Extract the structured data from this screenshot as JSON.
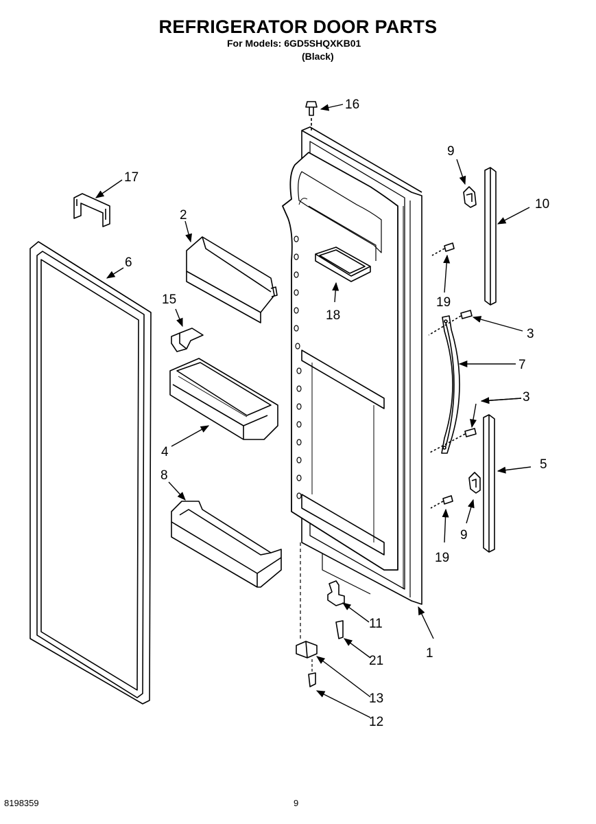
{
  "header": {
    "title": "REFRIGERATOR DOOR PARTS",
    "models_line": "For Models: 6GD5SHQXKB01",
    "color_line": "(Black)"
  },
  "footer": {
    "doc_number": "8198359",
    "page_number": "9"
  },
  "callouts": {
    "p1": "1",
    "p2": "2",
    "p3a": "3",
    "p3b": "3",
    "p4": "4",
    "p5": "5",
    "p6": "6",
    "p7": "7",
    "p8": "8",
    "p9a": "9",
    "p9b": "9",
    "p10": "10",
    "p11": "11",
    "p12": "12",
    "p13": "13",
    "p15": "15",
    "p16": "16",
    "p17": "17",
    "p18": "18",
    "p19a": "19",
    "p19b": "19",
    "p21": "21"
  }
}
